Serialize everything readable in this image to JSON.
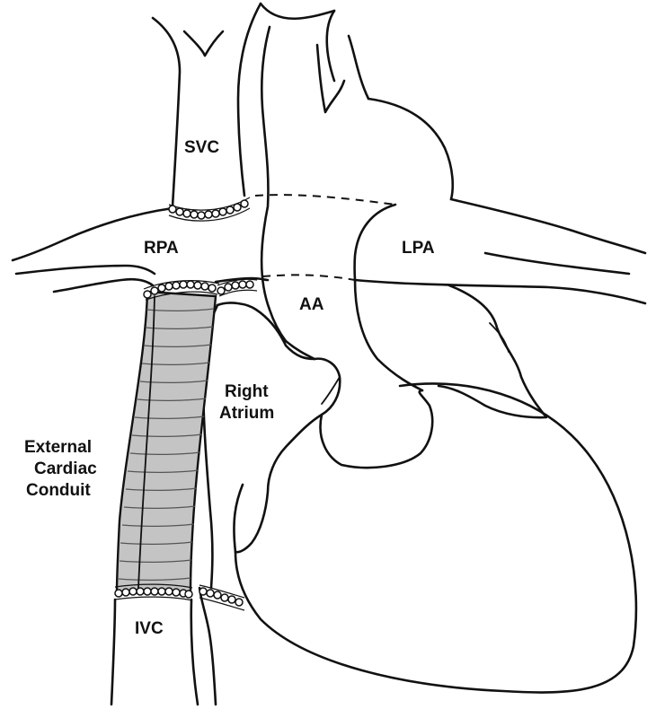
{
  "labels": {
    "svc": "SVC",
    "rpa": "RPA",
    "lpa": "LPA",
    "aa": "AA",
    "right_atrium_line1": "Right",
    "right_atrium_line2": "Atrium",
    "conduit_line1": "External",
    "conduit_line2": "Cardiac",
    "conduit_line3": "Conduit",
    "ivc": "IVC"
  },
  "colors": {
    "outline": "#111111",
    "conduit_fill": "#c4c4c4",
    "background": "#ffffff"
  }
}
